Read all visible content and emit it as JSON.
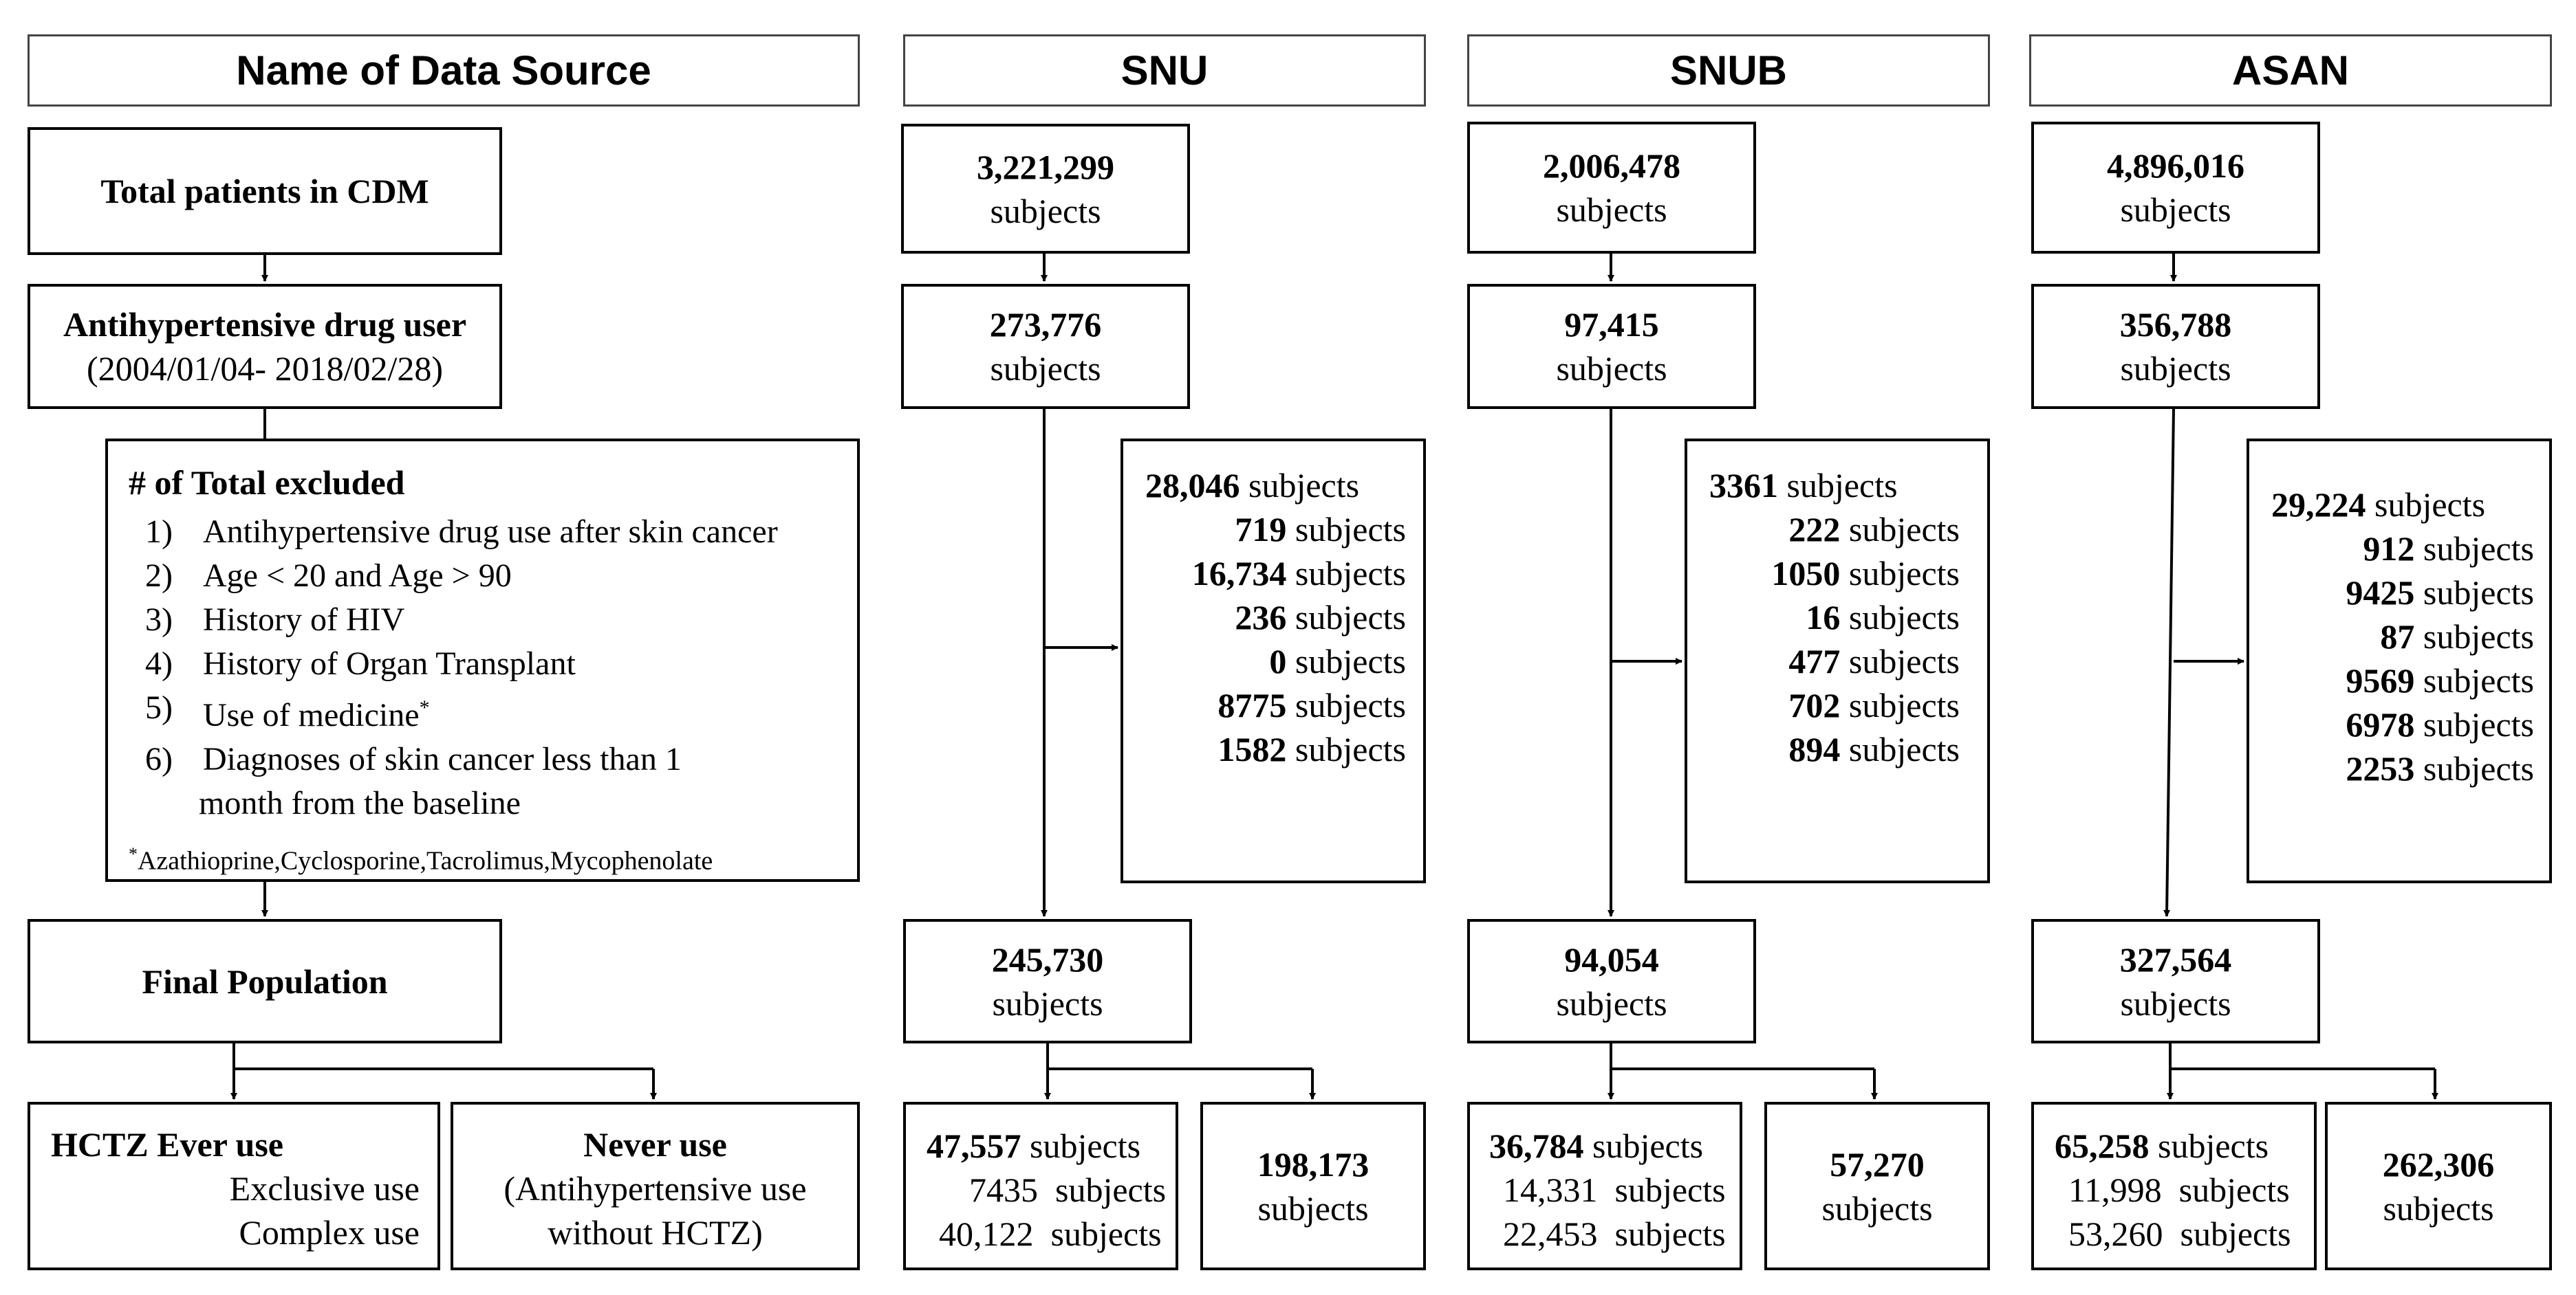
{
  "headers": {
    "left": "Name of Data Source",
    "snu": "SNU",
    "snub": "SNUB",
    "asan": "ASAN"
  },
  "left": {
    "total": "Total patients in CDM",
    "drug_user": "Antihypertensive drug user",
    "drug_user_dates": "(2004/01/04-  2018/02/28)",
    "excluded_title": "# of Total excluded",
    "excluded_items": [
      {
        "num": "1)",
        "text": "Antihypertensive drug use after skin cancer"
      },
      {
        "num": "2)",
        "text": "Age < 20 and Age > 90"
      },
      {
        "num": "3)",
        "text": "History of HIV"
      },
      {
        "num": "4)",
        "text": "History of Organ Transplant"
      },
      {
        "num": "5)",
        "text": "Use of medicine",
        "sup": "*"
      },
      {
        "num": "6)",
        "text": "Diagnoses of skin cancer less than 1"
      }
    ],
    "excluded_item6_cont": "month from the baseline",
    "footnote_mark": "*",
    "footnote": "Azathioprine,Cyclosporine,Tacrolimus,Mycophenolate",
    "final": "Final Population",
    "hctz_title": "HCTZ  Ever use",
    "hctz_exclusive": "Exclusive use",
    "hctz_complex": "Complex  use",
    "never_title": "Never use",
    "never_line1": "(Antihypertensive use",
    "never_line2": "without HCTZ)"
  },
  "unit": "subjects",
  "snu": {
    "total": "3,221,299",
    "drug_user": "273,776",
    "excluded": [
      "28,046",
      "719",
      "16,734",
      "236",
      "0",
      "8775",
      "1582"
    ],
    "final": "245,730",
    "hctz_ever": "47,557",
    "hctz_exclusive": "7435",
    "hctz_complex": "40,122",
    "never": "198,173"
  },
  "snub": {
    "total": "2,006,478",
    "drug_user": "97,415",
    "excluded": [
      "3361",
      "222",
      "1050",
      "16",
      "477",
      "702",
      "894"
    ],
    "final": "94,054",
    "hctz_ever": "36,784",
    "hctz_exclusive": "14,331",
    "hctz_complex": "22,453",
    "never": "57,270"
  },
  "asan": {
    "total": "4,896,016",
    "drug_user": "356,788",
    "excluded": [
      "29,224",
      "912",
      "9425",
      "87",
      "9569",
      "6978",
      "2253"
    ],
    "final": "327,564",
    "hctz_ever": "65,258",
    "hctz_exclusive": "11,998",
    "hctz_complex": "53,260",
    "never": "262,306"
  }
}
